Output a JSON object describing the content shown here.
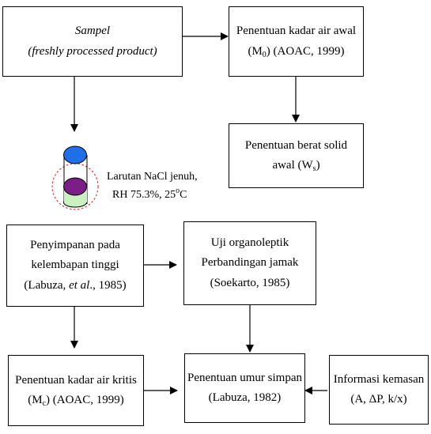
{
  "sample_box": {
    "line1": "Sampel",
    "line2": "(freshly processed product)"
  },
  "initial_moisture_box": {
    "line1": "Penentuan kadar air awal",
    "line2_pre": "(M",
    "line2_sub": "0",
    "line2_post": ") (AOAC, 1999)"
  },
  "initial_solid_box": {
    "line1": "Penentuan berat solid",
    "line2_pre": "awal (W",
    "line2_sub": "s",
    "line2_post": ")"
  },
  "salt_solution_note": {
    "line1": "Larutan NaCl jenuh,",
    "line2_pre": "RH 75.3%, 25",
    "line2_sup": "o",
    "line2_post": "C"
  },
  "storage_box": {
    "line1": "Penyimpanan pada",
    "line2": "kelembapan tinggi",
    "line3_pre": "(Labuza, ",
    "line3_italic": "et al",
    "line3_post": "., 1985)"
  },
  "organoleptic_box": {
    "line1": "Uji organoleptik",
    "line2": "Perbandingan jamak",
    "line3": "(Soekarto, 1985)"
  },
  "critical_moisture_box": {
    "line1": "Penentuan kadar air kritis",
    "line2_pre": "(M",
    "line2_sub": "c",
    "line2_post": ") (AOAC, 1999)"
  },
  "shelf_life_box": {
    "line1": "Penentuan umur simpan",
    "line2": "(Labuza, 1982)"
  },
  "packaging_box": {
    "line1": "Informasi kemasan",
    "line2": "(A, ΔP, k/x)"
  },
  "colors": {
    "desiccator_top": "#1f6fe8",
    "desiccator_middle": "#7b1f86",
    "desiccator_bottom": "#c9f2c0",
    "dashed_circle": "#e03a3a"
  }
}
